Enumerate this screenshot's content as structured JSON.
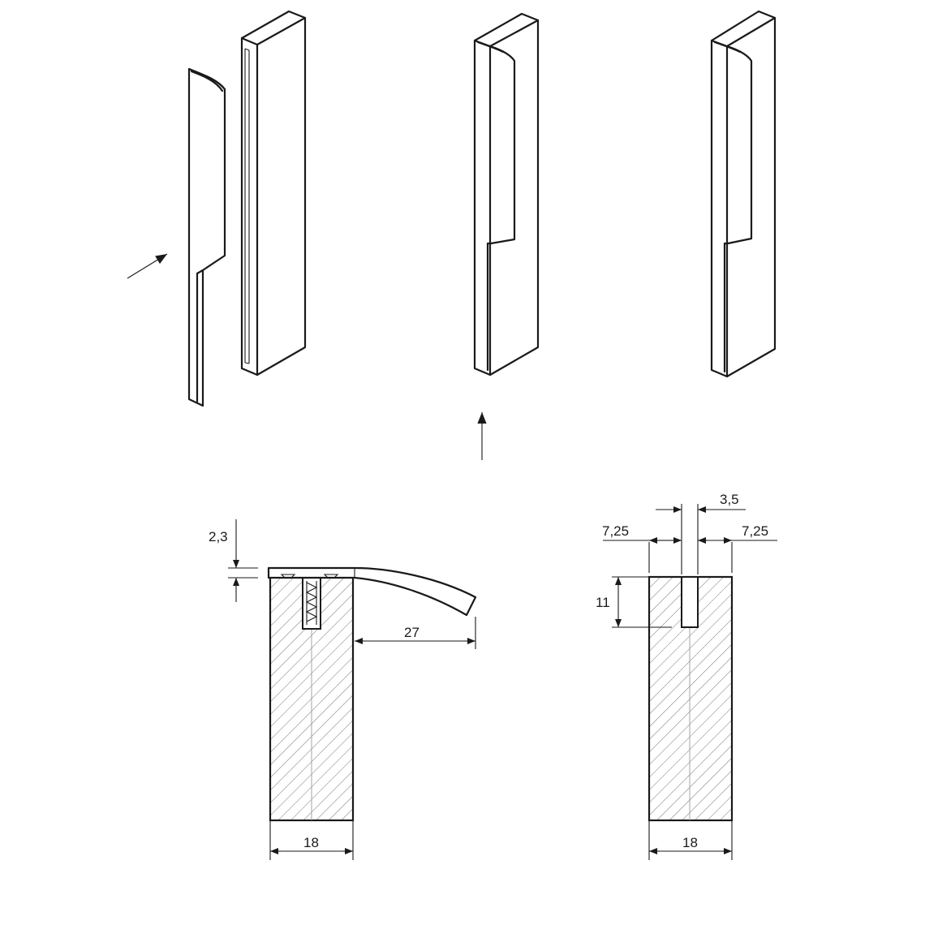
{
  "dimensions": {
    "flange_thickness": "2,3",
    "profile_reach": "27",
    "panel_width_left": "18",
    "groove_width": "3,5",
    "groove_offset_left": "7,25",
    "groove_offset_right": "7,25",
    "groove_depth": "11",
    "panel_width_right": "18"
  },
  "colors": {
    "line": "#1a1a1a",
    "hatch": "#777777",
    "background": "#ffffff"
  }
}
